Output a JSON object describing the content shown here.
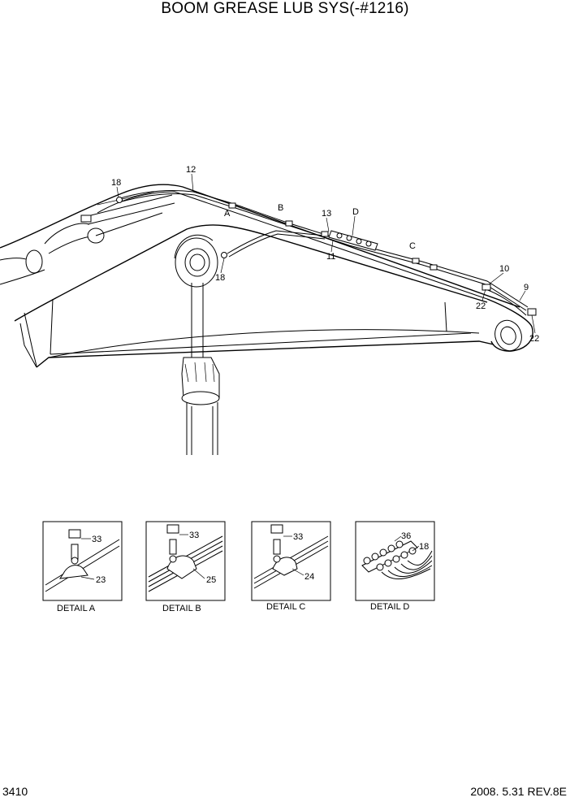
{
  "title": "BOOM GREASE LUB SYS(-#1216)",
  "page_number": "3410",
  "revision": "2008. 5.31  REV.8E",
  "callouts": {
    "c12": "12",
    "c18a": "18",
    "cA": "A",
    "cB": "B",
    "c13": "13",
    "cD": "D",
    "c11": "11",
    "cC": "C",
    "c18b": "18",
    "c10": "10",
    "c9": "9",
    "c22a": "22",
    "c22b": "22"
  },
  "details": [
    {
      "label": "DETAIL  A",
      "parts": [
        "33",
        "23"
      ]
    },
    {
      "label": "DETAIL  B",
      "parts": [
        "33",
        "25"
      ]
    },
    {
      "label": "DETAIL  C",
      "parts": [
        "33",
        "24"
      ]
    },
    {
      "label": "DETAIL  D",
      "parts": [
        "36",
        "18"
      ]
    }
  ]
}
